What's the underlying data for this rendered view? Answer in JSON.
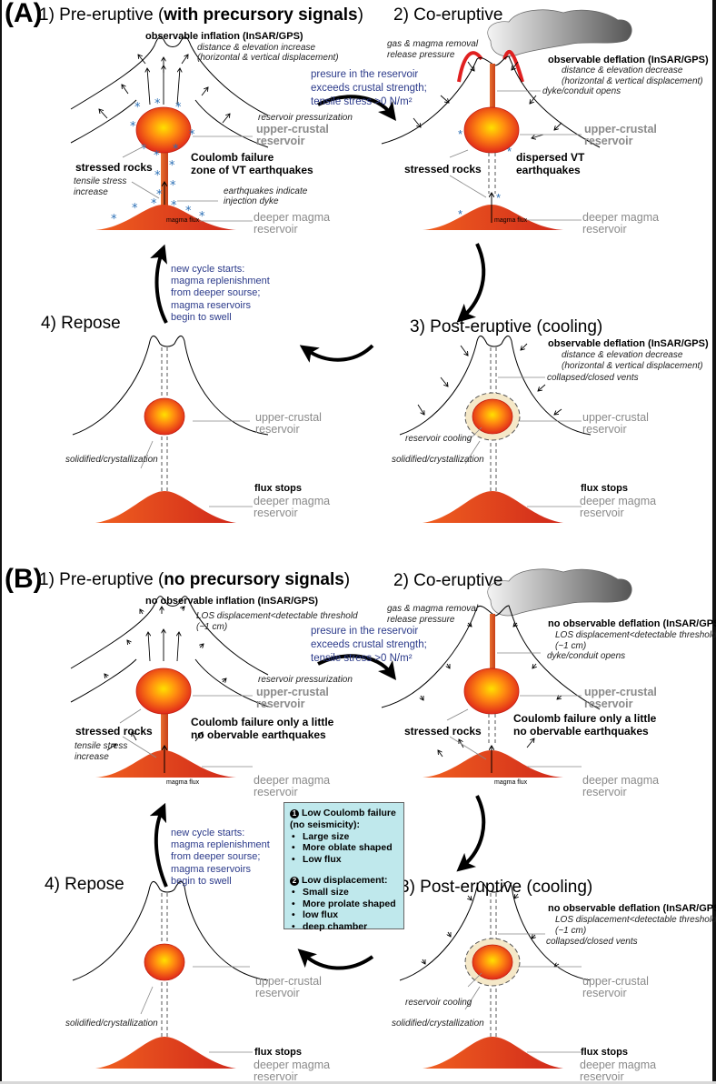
{
  "figure": {
    "colors": {
      "magma_core": "#ffd000",
      "magma_edge": "#e8301a",
      "deep_reservoir": "#e0401a",
      "annotation_gray": "#8a8a8a",
      "cycle_text_blue": "#2b3a8a",
      "earthquake_star": "#2a6fb5",
      "note_box": "#bfe8ec",
      "cooling_halo": "#f5e8c8"
    },
    "panel_a": {
      "label": "(A)",
      "stage1": {
        "title_prefix": "1) Pre-eruptive (",
        "title_bold": "with precursory signals",
        "title_suffix": ")",
        "observation": "observable inflation (InSAR/GPS)",
        "observation_detail_1": "distance & elevation increase",
        "observation_detail_2": "(horizontal & vertical displacement)",
        "reservoir_pressurization": "reservoir pressurization",
        "upper_reservoir_1": "upper-crustal",
        "upper_reservoir_2": "reservoir",
        "stressed_rocks": "stressed rocks",
        "tensile_1": "tensile stress",
        "tensile_2": "increase",
        "coulomb_1": "Coulomb failure",
        "coulomb_2": "zone of VT earthquakes",
        "eq_dyke_1": "earthquakes indicate",
        "eq_dyke_2": "injection dyke",
        "magma_flux": "magma flux",
        "deep_reservoir_1": "deeper magma",
        "deep_reservoir_2": "reservoir"
      },
      "transition_1_2": {
        "line1": "presure in the reservoir",
        "line2": "exceeds crustal strength;",
        "line3": "tensile stress >0 N/m²"
      },
      "stage2": {
        "title": "2) Co-eruptive",
        "gas_1": "gas & magma removal",
        "gas_2": "release pressure",
        "observation": "observable deflation (InSAR/GPS)",
        "observation_detail_1": "distance & elevation decrease",
        "observation_detail_2": "(horizontal & vertical displacement)",
        "dyke": "dyke/conduit opens",
        "upper_reservoir_1": "upper-crustal",
        "upper_reservoir_2": "reservoir",
        "stressed_rocks": "stressed rocks",
        "dispersed_1": "dispersed VT",
        "dispersed_2": "earthquakes",
        "magma_flux": "magma flux",
        "deep_reservoir_1": "deeper magma",
        "deep_reservoir_2": "reservoir"
      },
      "stage3": {
        "title": "3) Post-eruptive (cooling)",
        "observation": "observable deflation (InSAR/GPS)",
        "observation_detail_1": "distance & elevation decrease",
        "observation_detail_2": "(horizontal & vertical displacement)",
        "vents": "collapsed/closed vents",
        "upper_reservoir_1": "upper-crustal",
        "upper_reservoir_2": "reservoir",
        "cooling": "reservoir cooling",
        "solidified": "solidified/crystallization",
        "flux_stops": "flux stops",
        "deep_reservoir_1": "deeper magma",
        "deep_reservoir_2": "reservoir"
      },
      "stage4": {
        "title": "4) Repose",
        "upper_reservoir_1": "upper-crustal",
        "upper_reservoir_2": "reservoir",
        "solidified": "solidified/crystallization",
        "flux_stops": "flux stops",
        "deep_reservoir_1": "deeper magma",
        "deep_reservoir_2": "reservoir"
      },
      "new_cycle": {
        "line1": "new cycle starts:",
        "line2": "magma replenishment",
        "line3": "from deeper sourse;",
        "line4": "magma reservoirs",
        "line5": "begin to swell"
      }
    },
    "panel_b": {
      "label": "(B)",
      "stage1": {
        "title_prefix": "1) Pre-eruptive (",
        "title_bold": "no precursory signals",
        "title_suffix": ")",
        "observation": "no observable inflation (InSAR/GPS)",
        "observation_detail_1": "LOS displacement<detectable threshold",
        "observation_detail_2": "(~1 cm)",
        "reservoir_pressurization": "reservoir pressurization",
        "upper_reservoir_1": "upper-crustal",
        "upper_reservoir_2": "reservoir",
        "stressed_rocks": "stressed rocks",
        "tensile_1": "tensile stress",
        "tensile_2": "increase",
        "coulomb_1": "Coulomb failure only a little",
        "coulomb_2": "no obervable earthquakes",
        "magma_flux": "magma flux",
        "deep_reservoir_1": "deeper magma",
        "deep_reservoir_2": "reservoir"
      },
      "transition_1_2": {
        "line1": "presure in the reservoir",
        "line2": "exceeds crustal strength;",
        "line3": "tensile stress >0 N/m²"
      },
      "stage2": {
        "title": "2) Co-eruptive",
        "gas_1": "gas & magma removal",
        "gas_2": "release pressure",
        "observation": "no observable deflation (InSAR/GPS)",
        "observation_detail_1": "LOS displacement<detectable threshold",
        "observation_detail_2": "(~1 cm)",
        "dyke": "dyke/conduit opens",
        "upper_reservoir_1": "upper-crustal",
        "upper_reservoir_2": "reservoir",
        "stressed_rocks": "stressed rocks",
        "coulomb_1": "Coulomb failure only a little",
        "coulomb_2": "no obervable earthquakes",
        "magma_flux": "magma flux",
        "deep_reservoir_1": "deeper magma",
        "deep_reservoir_2": "reservoir"
      },
      "stage3": {
        "title": "3) Post-eruptive (cooling)",
        "observation": "no observable deflation (InSAR/GPS)",
        "observation_detail_1": "LOS displacement<detectable threshold",
        "observation_detail_2": "(~1 cm)",
        "vents": "collapsed/closed vents",
        "upper_reservoir_1": "upper-crustal",
        "upper_reservoir_2": "reservoir",
        "cooling": "reservoir cooling",
        "solidified": "solidified/crystallization",
        "flux_stops": "flux stops",
        "deep_reservoir_1": "deeper magma",
        "deep_reservoir_2": "reservoir"
      },
      "stage4": {
        "title": "4) Repose",
        "upper_reservoir_1": "upper-crustal",
        "upper_reservoir_2": "reservoir",
        "solidified": "solidified/crystallization",
        "flux_stops": "flux stops",
        "deep_reservoir_1": "deeper magma",
        "deep_reservoir_2": "reservoir"
      },
      "new_cycle": {
        "line1": "new cycle starts:",
        "line2": "magma replenishment",
        "line3": "from deeper sourse;",
        "line4": "magma reservoirs",
        "line5": "begin to swell"
      },
      "note_box": {
        "num1": "1",
        "heading1_a": "Low Coulomb failure",
        "heading1_b": "(no seismicity):",
        "items1": [
          "Large size",
          "More oblate shaped",
          "Low flux"
        ],
        "num2": "2",
        "heading2": "Low displacement:",
        "items2": [
          "Small size",
          "More prolate shaped",
          "low flux",
          "deep chamber"
        ]
      }
    }
  }
}
